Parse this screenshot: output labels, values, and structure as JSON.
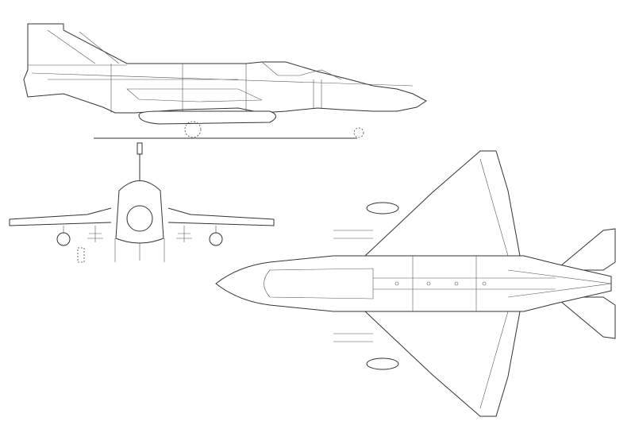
{
  "drawing": {
    "subject": "",
    "views": [
      "side",
      "front",
      "top"
    ],
    "line_color": "#333333",
    "background_color": "#ffffff"
  }
}
